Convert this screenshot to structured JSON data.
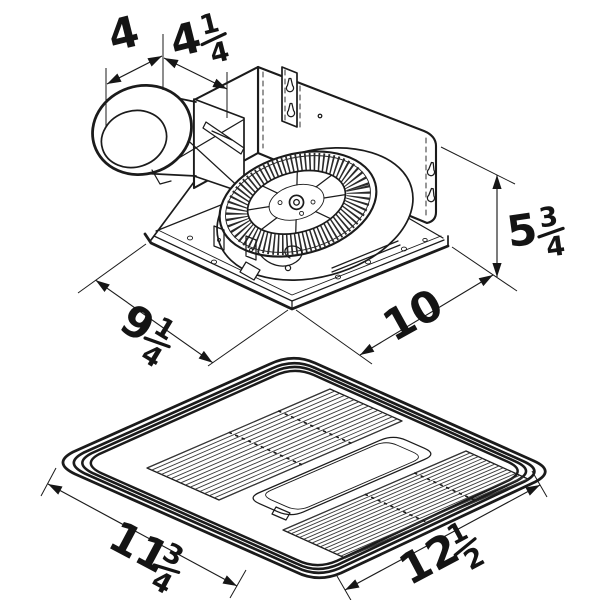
{
  "drawing": {
    "subject": "ceiling-exhaust-fan-dimension-diagram",
    "style": "isometric black line drawing",
    "ink_color": "#1b1b1b",
    "background_color": "#ffffff",
    "views": [
      {
        "name": "fan-housing",
        "dimension_keys": [
          "duct_width",
          "duct_offset",
          "housing_height",
          "housing_depth",
          "housing_width"
        ]
      },
      {
        "name": "grille",
        "dimension_keys": [
          "grille_depth",
          "grille_width"
        ]
      }
    ],
    "dimensions": {
      "duct_width": {
        "whole": "4",
        "display": "4"
      },
      "duct_offset": {
        "whole": "4",
        "num": "1",
        "den": "4",
        "display": "4 1/4"
      },
      "housing_height": {
        "whole": "5",
        "num": "3",
        "den": "4",
        "display": "5 3/4"
      },
      "housing_depth": {
        "whole": "9",
        "num": "1",
        "den": "4",
        "display": "9 1/4"
      },
      "housing_width": {
        "whole": "10",
        "display": "10"
      },
      "grille_depth": {
        "whole": "11",
        "num": "3",
        "den": "4",
        "display": "11 3/4"
      },
      "grille_width": {
        "whole": "12",
        "num": "1",
        "den": "2",
        "display": "12 1/2"
      }
    }
  }
}
